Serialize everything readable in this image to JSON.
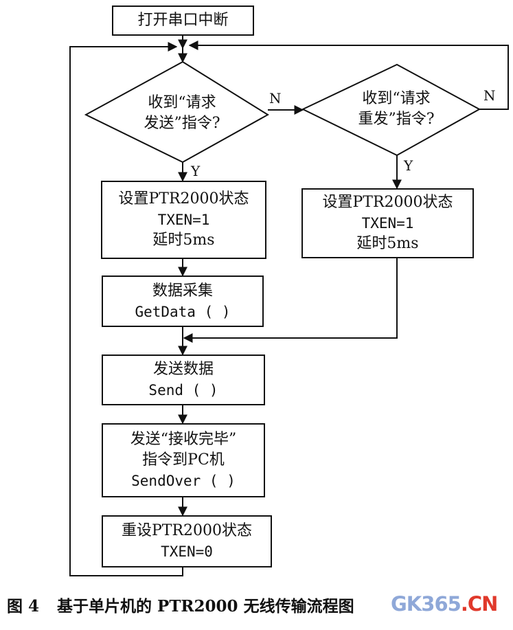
{
  "diagram": {
    "start_box": "打开串口中断",
    "decision_send": {
      "line1": "收到“请求",
      "line2": "发送”指令?"
    },
    "decision_resend": {
      "line1": "收到“请求",
      "line2": "重发”指令?"
    },
    "label_n": "N",
    "label_y": "Y",
    "set_state_left": {
      "line1": "设置PTR2000状态",
      "line2": "TXEN=1",
      "line3": "延时5ms"
    },
    "set_state_right": {
      "line1": "设置PTR2000状态",
      "line2": "TXEN=1",
      "line3": "延时5ms"
    },
    "data_collect": {
      "line1": "数据采集",
      "line2": "GetData ( )"
    },
    "send_data": {
      "line1": "发送数据",
      "line2": "Send ( )"
    },
    "send_over": {
      "line1": "发送“接收完毕”",
      "line2": "指令到PC机",
      "line3": "SendOver ( )"
    },
    "reset_state": {
      "line1": "重设PTR2000状态",
      "line2": "TXEN=0"
    }
  },
  "caption": {
    "figure_no": "图 4",
    "title": "基于单片机的 PTR2000 无线传输流程图"
  },
  "watermark": {
    "part1": "GK365",
    "part2": ".CN"
  }
}
